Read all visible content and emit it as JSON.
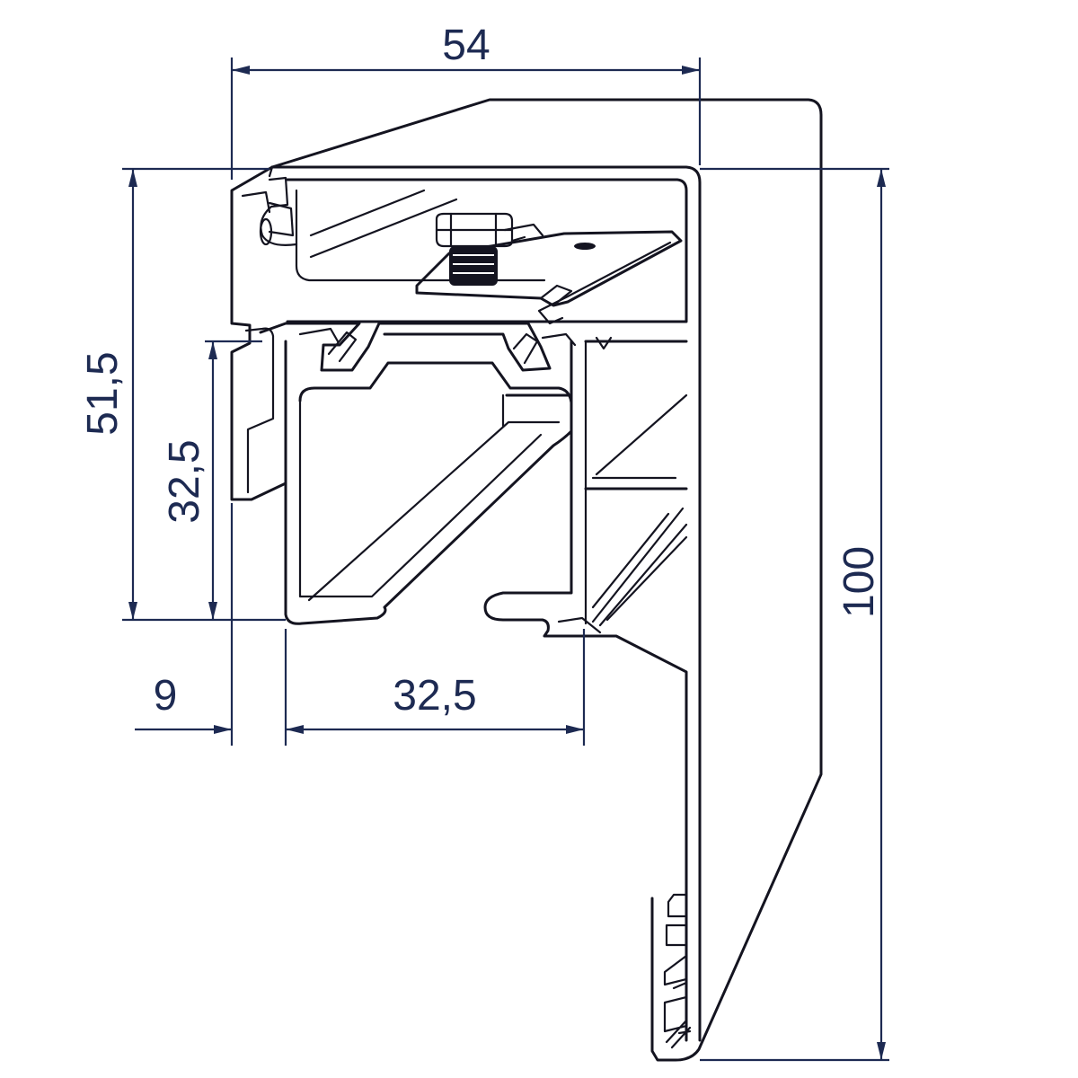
{
  "dimensions": {
    "top_width": "54",
    "total_height": "100",
    "left_height": "51,5",
    "inner_height": "32,5",
    "offset_width": "9",
    "channel_width": "32,5"
  },
  "colors": {
    "outline": "#141420",
    "dimension": "#1d2a52",
    "background": "#ffffff"
  }
}
